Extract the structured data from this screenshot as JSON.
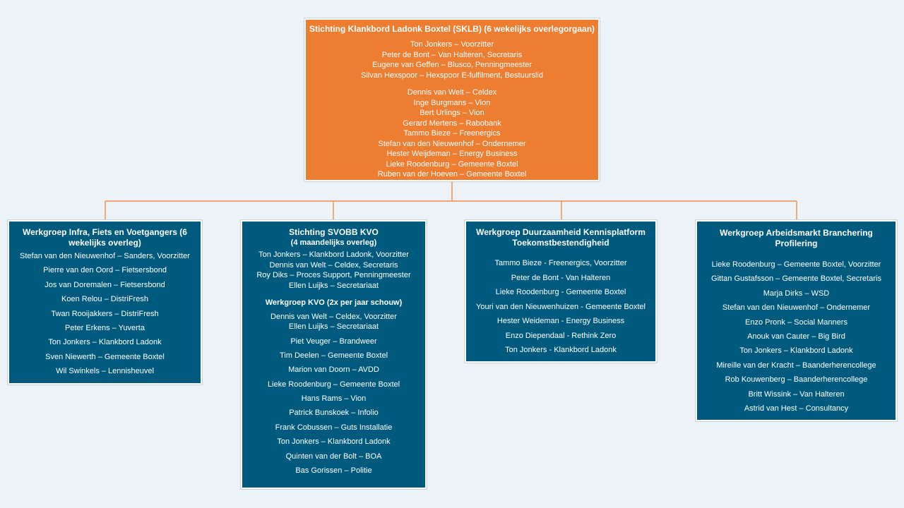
{
  "top": {
    "title": "Stichting Klankbord Ladonk Boxtel (SKLB) (6 wekelijks overlegorgaan)",
    "board": [
      "Ton Jonkers – Voorzitter",
      "Peter de Bont – Van Halteren, Secretaris",
      "Eugene van Geffen – Blusco, Penningmeester",
      "Silvan Hexspoor – Hexspoor E-fulfilment, Bestuurslid"
    ],
    "members": [
      "Dennis van Welt – Celdex",
      "Inge Burgmans – Vion",
      "Bert Urlings – Vion",
      "Gerard Mertens – Rabobank",
      "Tammo Bieze – Freenergics",
      "Stefan van den Nieuwenhof – Ondernemer",
      "Hester Weijdeman – Energy Business",
      "Lieke Roodenburg – Gemeente Boxtel",
      "Ruben van der Hoeven – Gemeente Boxtel"
    ]
  },
  "groups": [
    {
      "title": "Werkgroep Infra, Fiets en Voetgangers (6 wekelijks overleg)",
      "members": [
        "Stefan van den Nieuwenhof – Sanders, Voorzitter",
        "Pierre van den Oord – Fietsersbond",
        "Jos van Doremalen – Fietsersbond",
        "Koen Relou – DistriFresh",
        "Twan Rooijakkers – DistriFresh",
        "Peter Erkens – Yuverta",
        "Ton Jonkers – Klankbord Ladonk",
        "Sven Niewerth – Gemeente Boxtel",
        "Wil Swinkels – Lennisheuvel"
      ]
    },
    {
      "title": "Stichting SVOBB KVO",
      "subtitle": "(4 maandelijks overleg)",
      "members": [
        "Ton Jonkers – Klankbord Ladonk, Voorzitter",
        "Dennis van Welt – Celdex, Secretaris",
        "Roy Diks – Proces Support, Penningmeester",
        "Ellen Luijks – Secretariaat"
      ],
      "sub_title": "Werkgroep KVO (2x per jaar schouw)",
      "sub_pair": [
        "Dennis van Welt – Celdex, Voorzitter",
        "Ellen Luijks – Secretariaat"
      ],
      "sub_members": [
        "Piet Veuger – Brandweer",
        "Tim Deelen – Gemeente Boxtel",
        "Marion van Doorn – AVDD",
        "Lieke Roodenburg – Gemeente Boxtel",
        "Hans Rams – Vion",
        "Patrick Bunskoek – Infolio",
        "Frank Cobussen – Guts Installatie",
        "Ton Jonkers – Klankbord Ladonk",
        "Quinten van der Bolt – BOA",
        "Bas Gorissen – Politie"
      ]
    },
    {
      "title": "Werkgroep Duurzaamheid Kennisplatform Toekomstbestendigheid",
      "members": [
        "Tammo Bieze - Freenergics, Voorzitter",
        "Peter de Bont - Van Halteren",
        "Lieke Roodenburg - Gemeente Boxtel",
        "Youri van den Nieuwenhuizen - Gemeente Boxtel",
        "Hester Weideman - Energy Business",
        "Enzo Diependaal - Rethink Zero",
        "Ton Jonkers - Klankbord Ladonk"
      ]
    },
    {
      "title": "Werkgroep Arbeidsmarkt Branchering Profilering",
      "members": [
        "Lieke Roodenburg – Gemeente Boxtel, Voorzitter",
        "Gittan Gustafsson – Gemeente Boxtel, Secretaris",
        "Marja Dirks – WSD",
        "Stefan van den Nieuwenhof – Ondernemer",
        "Enzo Pronk – Social Manners",
        "Anouk van Cauter – Big Bird",
        "Ton Jonkers – Klankbord Ladonk",
        "Mireille van der Kracht – Baanderherencollege",
        "Rob Kouwenberg – Baanderherencollege",
        "Britt Wissink – Van Halteren",
        "Astrid van Hest – Consultancy"
      ]
    }
  ],
  "colors": {
    "top_box": "#ed7d31",
    "group_box": "#005a7e",
    "connector": "#ed7d31",
    "background": "#edf2f7"
  }
}
